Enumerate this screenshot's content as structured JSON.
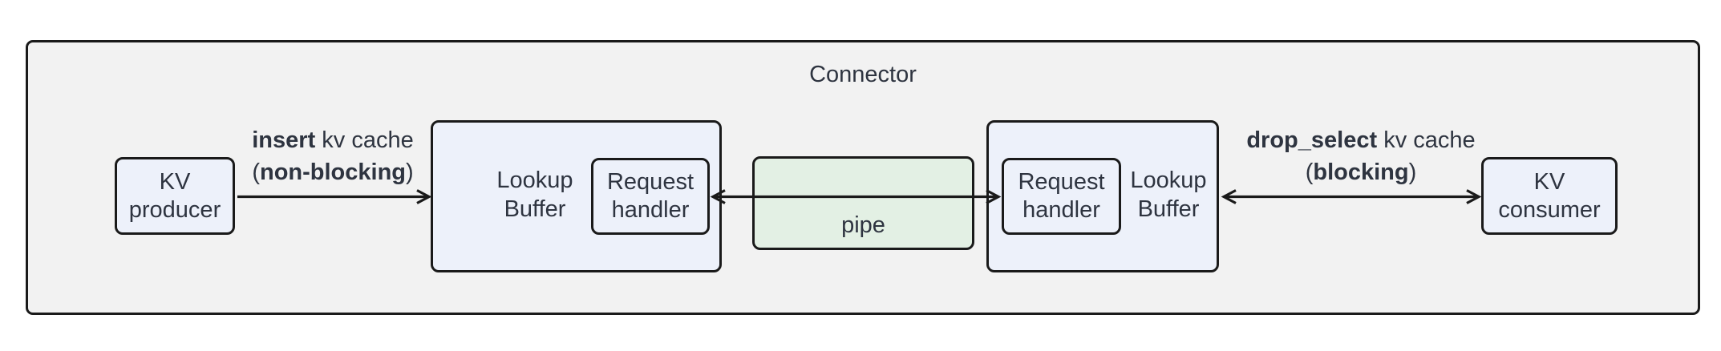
{
  "diagram": {
    "title": "Connector",
    "nodes": {
      "kv_producer": {
        "line1": "KV",
        "line2": "producer"
      },
      "lookup_buffer_left": {
        "line1": "Lookup",
        "line2": "Buffer"
      },
      "request_handler_left": {
        "line1": "Request",
        "line2": "handler"
      },
      "pipe": {
        "label": "pipe"
      },
      "request_handler_right": {
        "line1": "Request",
        "line2": "handler"
      },
      "lookup_buffer_right": {
        "line1": "Lookup",
        "line2": "Buffer"
      },
      "kv_consumer": {
        "line1": "KV",
        "line2": "consumer"
      }
    },
    "edges": {
      "insert": {
        "bold1": "insert",
        "rest1": " kv cache",
        "paren_open": "(",
        "bold2": "non-blocking",
        "paren_close": ")"
      },
      "drop_select": {
        "bold1": "drop_select",
        "rest1": " kv cache",
        "paren_open": "(",
        "bold2": "blocking",
        "paren_close": ")"
      }
    },
    "colors": {
      "container_fill": "#f2f2f2",
      "node_fill": "#edf1fa",
      "pipe_fill": "#e3f0e4",
      "border": "#1a1a1a",
      "text": "#2e3440"
    }
  }
}
